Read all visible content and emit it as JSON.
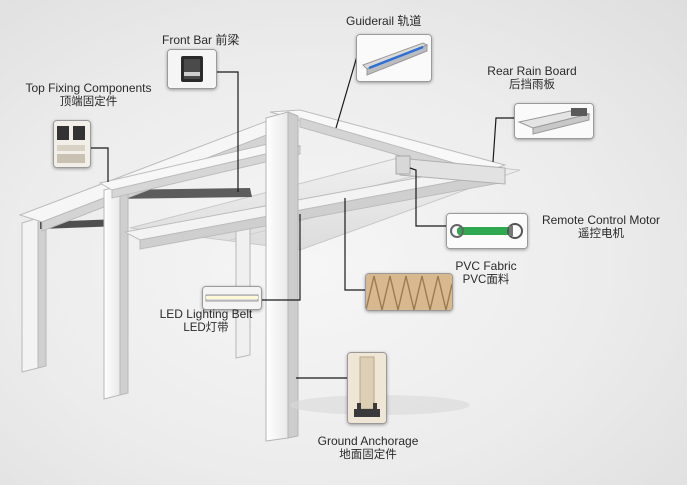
{
  "components": [
    {
      "id": "guiderail",
      "name_en": "Guiderail",
      "name_cn": "轨道",
      "icon": "guiderail-photo"
    },
    {
      "id": "front-bar",
      "name_en": "Front Bar",
      "name_cn": "前梁",
      "icon": "front-bar-photo"
    },
    {
      "id": "top-fixing",
      "name_en": "Top Fixing Components",
      "name_cn": "顶端固定件",
      "icon": "top-fixing-photo"
    },
    {
      "id": "rear-rain-board",
      "name_en": "Rear Rain Board",
      "name_cn": "后挡雨板",
      "icon": "rain-board-photo"
    },
    {
      "id": "remote-motor",
      "name_en": "Remote Control Motor",
      "name_cn": "遥控电机",
      "icon": "motor-photo"
    },
    {
      "id": "pvc-fabric",
      "name_en": "PVC Fabric",
      "name_cn": "PVC面料",
      "icon": "fabric-photo"
    },
    {
      "id": "led-belt",
      "name_en": "LED Lighting Belt",
      "name_cn": "LED灯带",
      "icon": "led-belt-photo"
    },
    {
      "id": "ground-anchorage",
      "name_en": "Ground Anchorage",
      "name_cn": "地面固定件",
      "icon": "anchorage-photo"
    }
  ],
  "colors": {
    "frame_face": "#f4f4f4",
    "frame_side": "#d2d2d2",
    "frame_edge": "#b8b8b8",
    "beam_dark": "#5a5a5a",
    "fabric": "#e6e6e6",
    "leader": "#1a1a1a",
    "accent_blue": "#2c6fd6",
    "motor_green": "#2fa84f"
  }
}
